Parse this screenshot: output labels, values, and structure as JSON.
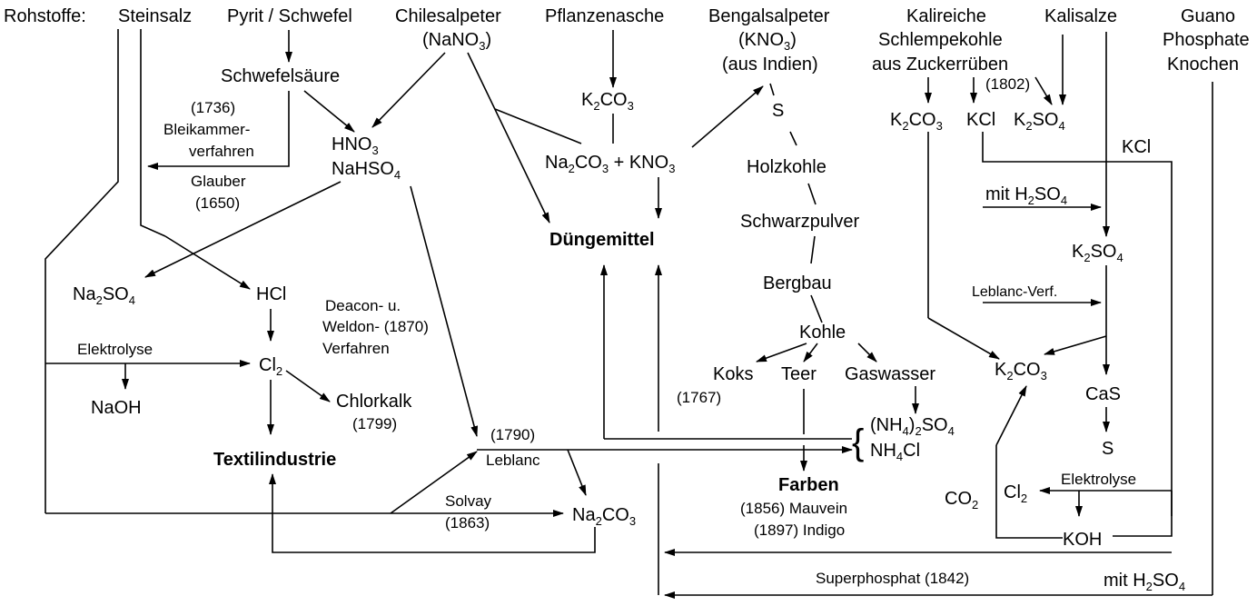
{
  "rohstoffe": "Rohstoffe:",
  "steinsalz": "Steinsalz",
  "pyrit": "Pyrit / Schwefel",
  "chilesalpeter": "Chilesalpeter",
  "nano3": {
    "a": "(NaNO",
    "s": "3",
    "b": ")"
  },
  "pflanzenasche": "Pflanzenasche",
  "bengalsalpeter": "Bengalsalpeter",
  "kno3_paren": {
    "a": "(KNO",
    "s": "3",
    "b": ")"
  },
  "aus_indien": "(aus Indien)",
  "kalireiche": "Kalireiche",
  "schlempekohle": "Schlempekohle",
  "aus_zuckerrueben": "aus Zuckerrüben",
  "kalisalze": "Kalisalze",
  "guano": "Guano",
  "phosphate": "Phosphate",
  "knochen": "Knochen",
  "schwefelsaeure": "Schwefelsäure",
  "y1736": "(1736)",
  "bleikammer": "Bleikammer-",
  "verfahren1": "verfahren",
  "glauber": "Glauber",
  "y1650": "(1650)",
  "hno3": {
    "a": "HNO",
    "s": "3",
    "b": ""
  },
  "nahso4": {
    "a": "NaHSO",
    "s": "4",
    "b": ""
  },
  "k2co3_top": {
    "a": "K",
    "s": "2",
    "b": "CO",
    "s2": "3"
  },
  "na2co3_kno3": {
    "a": "Na",
    "s": "2",
    "b": "CO",
    "s2": "3",
    "c": " + KNO",
    "s3": "3"
  },
  "s_label": "S",
  "holzkohle": "Holzkohle",
  "schwarzpulver": "Schwarzpulver",
  "bergbau": "Bergbau",
  "kohle": "Kohle",
  "koks": "Koks",
  "y1767": "(1767)",
  "teer": "Teer",
  "gaswasser": "Gaswasser",
  "duengemittel": "Düngemittel",
  "na2so4": {
    "a": "Na",
    "s": "2",
    "b": "SO",
    "s2": "4"
  },
  "hcl": "HCl",
  "deacon": "Deacon- u.",
  "weldon": "Weldon- (1870)",
  "verfahren2": "Verfahren",
  "elektrolyse1": "Elektrolyse",
  "cl2_mid": {
    "a": "Cl",
    "s": "2"
  },
  "naoh": "NaOH",
  "chlorkalk": "Chlorkalk",
  "y1799": "(1799)",
  "textil": "Textilindustrie",
  "y1790": "(1790)",
  "leblanc": "Leblanc",
  "solvay": "Solvay",
  "y1863": "(1863)",
  "na2co3_bottom": {
    "a": "Na",
    "s": "2",
    "b": "CO",
    "s2": "3"
  },
  "nh4_2so4": {
    "a": "(NH",
    "s": "4",
    "b": ")",
    "s2": "2",
    "c": "SO",
    "s3": "4"
  },
  "nh4cl": {
    "a": "NH",
    "s": "4",
    "b": "Cl"
  },
  "farben": "Farben",
  "mauvein": "(1856) Mauvein",
  "indigo": "(1897) Indigo",
  "k2co3_r": {
    "a": "K",
    "s": "2",
    "b": "CO",
    "s2": "3"
  },
  "kcl_r": "KCl",
  "y1802": "(1802)",
  "k2so4_r": {
    "a": "K",
    "s": "2",
    "b": "SO",
    "s2": "4"
  },
  "kcl_r2": "KCl",
  "mit_h2so4_r": {
    "a": "mit H",
    "s": "2",
    "b": "SO",
    "s2": "4"
  },
  "k2so4_r2": {
    "a": "K",
    "s": "2",
    "b": "SO",
    "s2": "4"
  },
  "leblanc_verf": "Leblanc-Verf.",
  "k2co3_r2": {
    "a": "K",
    "s": "2",
    "b": "CO",
    "s2": "3"
  },
  "cas": "CaS",
  "s_bottom": "S",
  "elektrolyse2": "Elektrolyse",
  "cl2_r": {
    "a": "Cl",
    "s": "2"
  },
  "co2": {
    "a": "CO",
    "s": "2"
  },
  "koh": "KOH",
  "superphosphat": "Superphosphat (1842)",
  "mit_h2so4_b": {
    "a": "mit H",
    "s": "2",
    "b": "SO",
    "s2": "4"
  }
}
